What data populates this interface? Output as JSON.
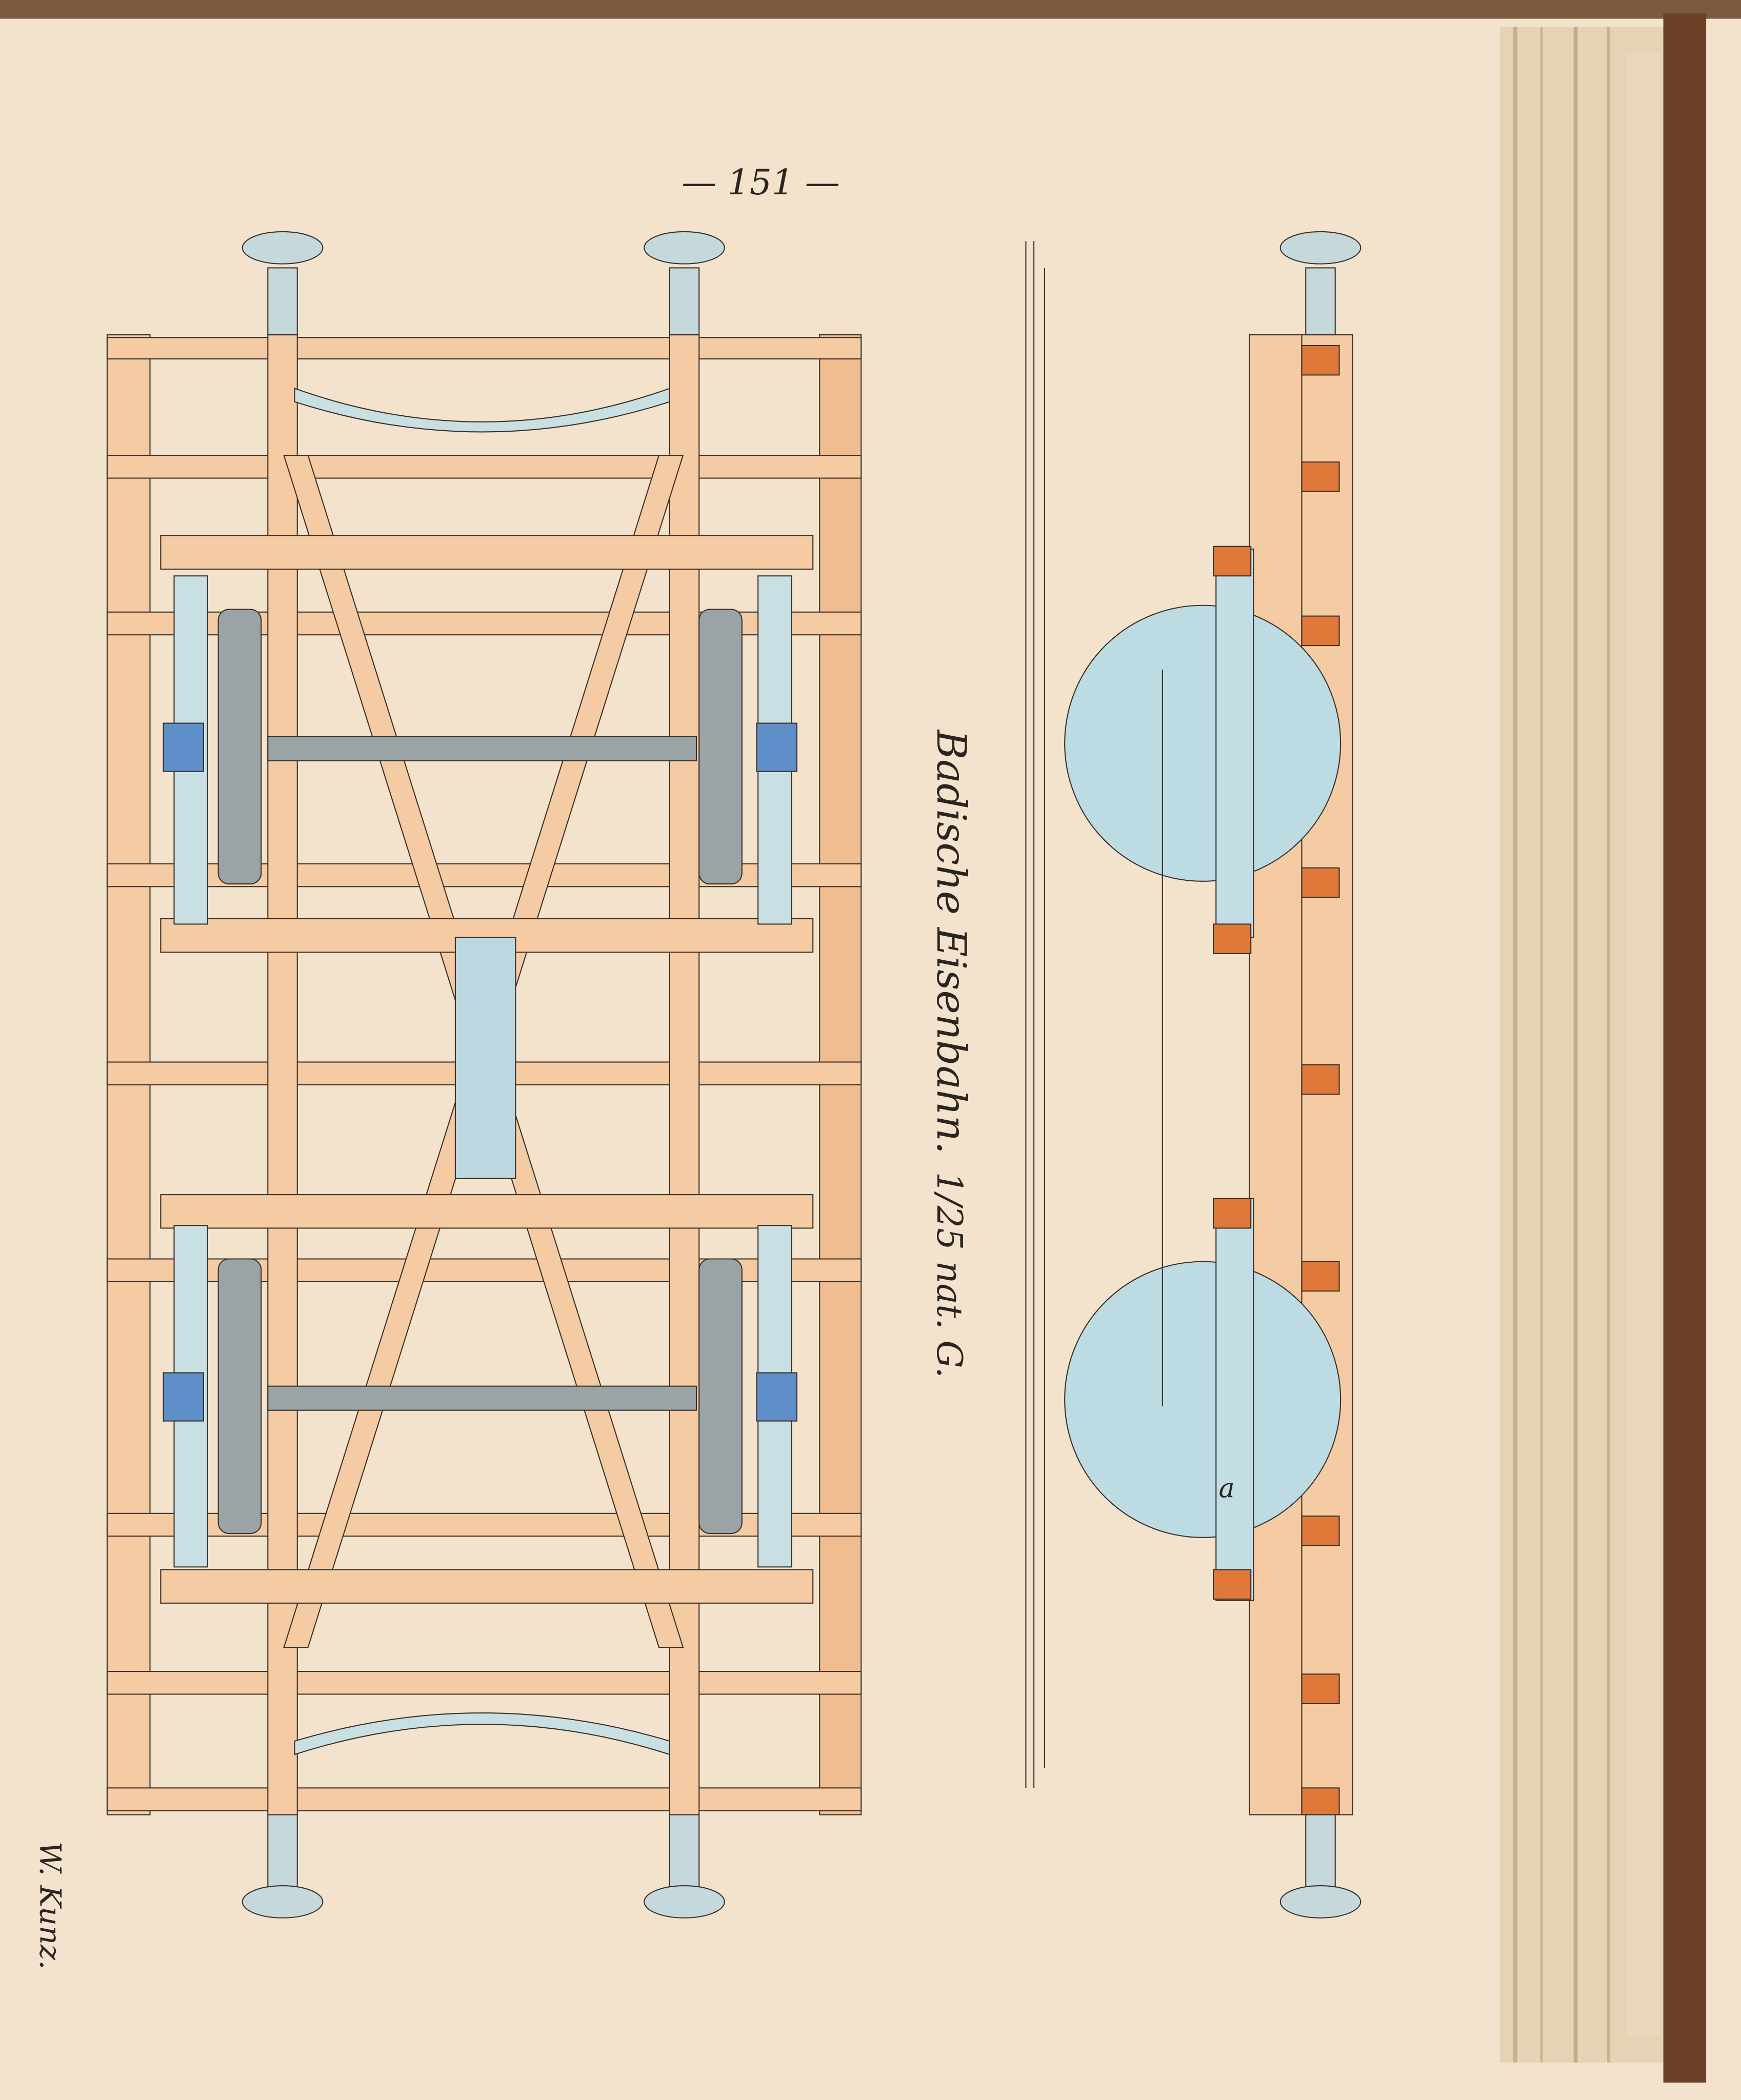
{
  "page": {
    "page_number": "— 151 —",
    "title": "Badische Eisenbahn.",
    "scale": "1/25 nat. G.",
    "signature": "W. Kunz.",
    "detail_label": "a"
  },
  "colors": {
    "paper": "#f2e2cb",
    "timber": "#f4c9a0",
    "iron_blue": "#bcdbe3",
    "steel_gray": "#9aa3a6",
    "copper_orange": "#e0783a",
    "ink": "#2a2520",
    "cover": "#6b4128"
  }
}
